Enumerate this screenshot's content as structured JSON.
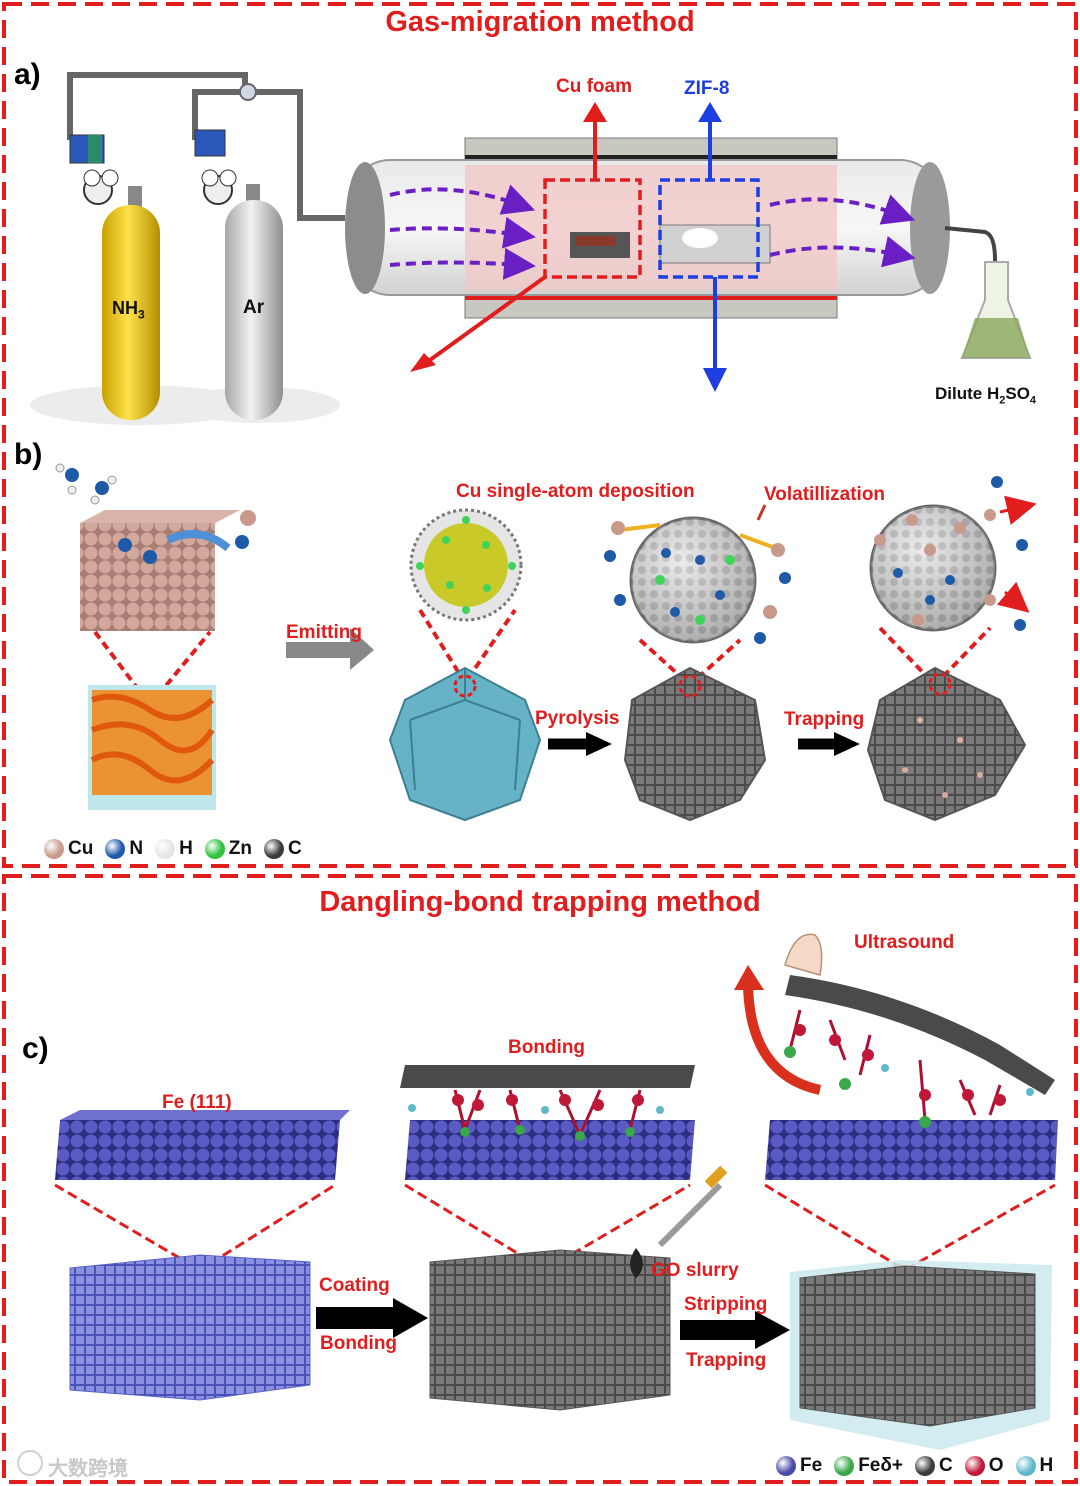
{
  "sections": {
    "top_title": "Gas-migration method",
    "bottom_title": "Dangling-bond trapping method"
  },
  "panel_a": {
    "label": "a)",
    "cylinder1": {
      "label_main": "NH",
      "label_sub": "3"
    },
    "cylinder2": {
      "label": "Ar"
    },
    "cu_foam": "Cu foam",
    "zif8": "ZIF-8",
    "acid": {
      "prefix": "Dilute H",
      "sub1": "2",
      "mid": "SO",
      "sub2": "4"
    }
  },
  "panel_b": {
    "label": "b)",
    "emitting": "Emitting",
    "cu_deposition": "Cu single-atom deposition",
    "volatilization": "Volatillization",
    "pyrolysis": "Pyrolysis",
    "trapping": "Trapping",
    "legend": [
      {
        "name": "Cu",
        "color": "#c99a8c"
      },
      {
        "name": "N",
        "color": "#1e5aa8"
      },
      {
        "name": "H",
        "color": "#e5e5e5"
      },
      {
        "name": "Zn",
        "color": "#2fc23a"
      },
      {
        "name": "C",
        "color": "#3a3a3a"
      }
    ]
  },
  "panel_c": {
    "label": "c)",
    "fe111": "Fe (111)",
    "bonding_top": "Bonding",
    "ultrasound": "Ultrasound",
    "coating": "Coating",
    "bonding": "Bonding",
    "go_slurry": "GO slurry",
    "stripping": "Stripping",
    "trapping": "Trapping",
    "legend": [
      {
        "name": "Fe",
        "color": "#4a4aa8"
      },
      {
        "name": "Feδ+",
        "color": "#3aa84a"
      },
      {
        "name": "C",
        "color": "#3a3a3a"
      },
      {
        "name": "O",
        "color": "#c01838"
      },
      {
        "name": "H",
        "color": "#5fb8c8"
      }
    ]
  },
  "watermark": "大数跨境"
}
